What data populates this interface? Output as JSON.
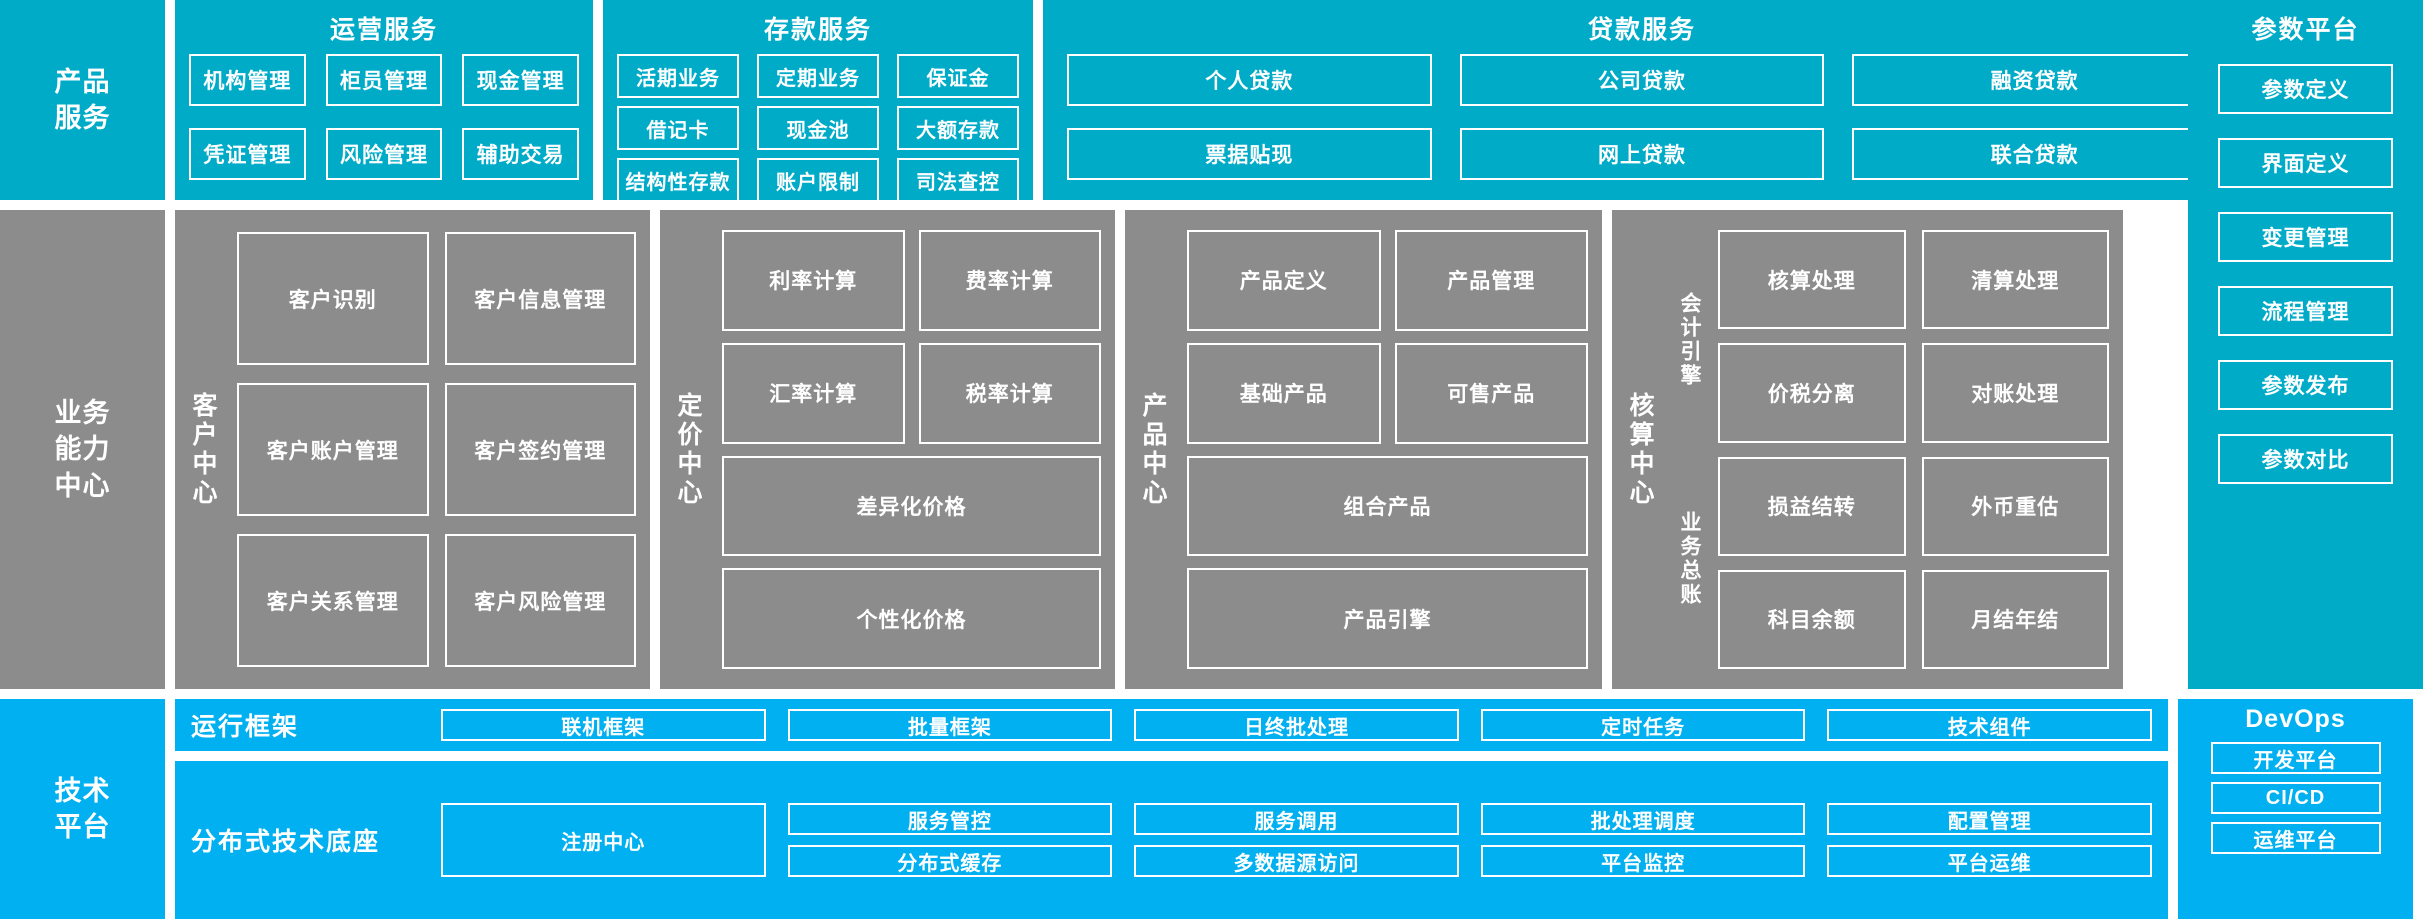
{
  "colors": {
    "teal": "#00ABC8",
    "gray": "#8C8C8C",
    "cyan": "#00B0F0",
    "border": "#FFFFFF",
    "background": "#FFFFFF"
  },
  "layers": {
    "product_services": {
      "label": "产品\n服务",
      "label_line1": "产品",
      "label_line2": "服务",
      "groups": [
        {
          "title": "运营服务",
          "items": [
            "机构管理",
            "柜员管理",
            "现金管理",
            "凭证管理",
            "风险管理",
            "辅助交易"
          ]
        },
        {
          "title": "存款服务",
          "items": [
            "活期业务",
            "定期业务",
            "保证金",
            "借记卡",
            "现金池",
            "大额存款",
            "结构性存款",
            "账户限制",
            "司法查控"
          ]
        },
        {
          "title": "贷款服务",
          "items": [
            "个人贷款",
            "公司贷款",
            "融资贷款",
            "票据贴现",
            "网上贷款",
            "联合贷款"
          ]
        }
      ]
    },
    "business_capability": {
      "label_line1": "业务",
      "label_line2": "能力",
      "label_line3": "中心",
      "centers": [
        {
          "name": "客户中心",
          "items": [
            "客户识别",
            "客户信息管理",
            "客户账户管理",
            "客户签约管理",
            "客户关系管理",
            "客户风险管理"
          ]
        },
        {
          "name": "定价中心",
          "items": [
            "利率计算",
            "费率计算",
            "汇率计算",
            "税率计算"
          ],
          "wide_items": [
            "差异化价格",
            "个性化价格"
          ]
        },
        {
          "name": "产品中心",
          "items": [
            "产品定义",
            "产品管理",
            "基础产品",
            "可售产品"
          ],
          "wide_items": [
            "组合产品",
            "产品引擎"
          ]
        },
        {
          "name": "核算中心",
          "sub_sections": [
            {
              "name": "会计引擎",
              "items": [
                "核算处理",
                "清算处理",
                "价税分离",
                "对账处理"
              ]
            },
            {
              "name": "业务总账",
              "items": [
                "损益结转",
                "外币重估",
                "科目余额",
                "月结年结"
              ]
            }
          ]
        }
      ]
    },
    "technical_platform": {
      "label_line1": "技术",
      "label_line2": "平台",
      "rows": [
        {
          "name": "运行框架",
          "items": [
            "联机框架",
            "批量框架",
            "日终批处理",
            "定时任务",
            "技术组件"
          ]
        },
        {
          "name": "分布式技术底座",
          "tall_item": "注册中心",
          "items_top": [
            "服务管控",
            "服务调用",
            "批处理调度",
            "配置管理"
          ],
          "items_bottom": [
            "分布式缓存",
            "多数据源访问",
            "平台监控",
            "平台运维"
          ]
        }
      ]
    }
  },
  "right_column": {
    "parameter_platform": {
      "title": "参数平台",
      "items": [
        "参数定义",
        "界面定义",
        "变更管理",
        "流程管理",
        "参数发布",
        "参数对比"
      ]
    },
    "devops": {
      "title": "DevOps",
      "items": [
        "开发平台",
        "CI/CD",
        "运维平台"
      ]
    }
  }
}
